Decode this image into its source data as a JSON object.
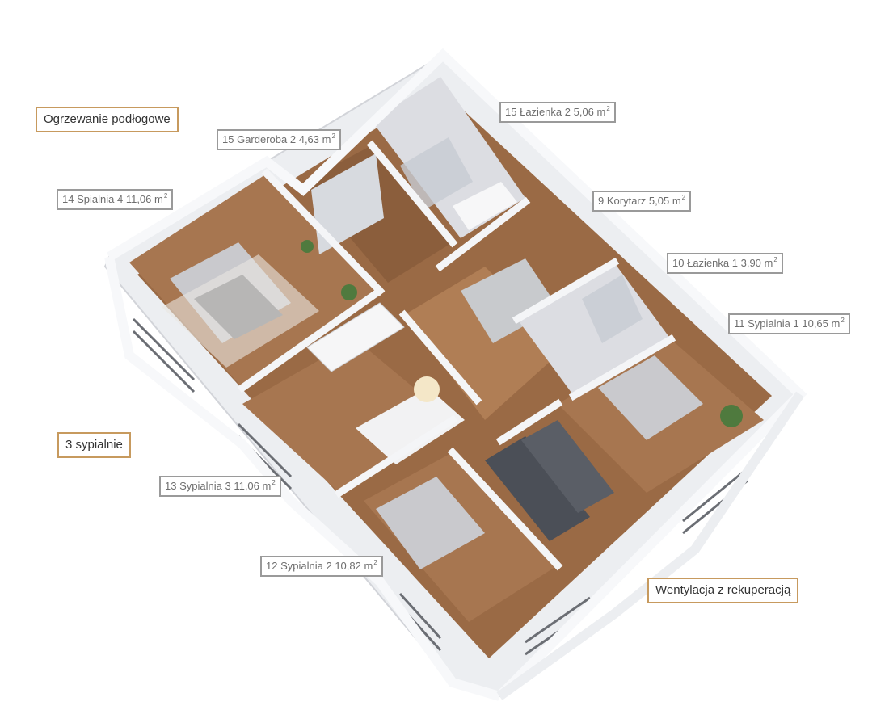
{
  "features": {
    "floor_heating": "Ogrzewanie podłogowe",
    "bedrooms": "3 sypialnie",
    "ventilation": "Wentylacja z rekuperacją"
  },
  "rooms": [
    {
      "number": "15",
      "name": "Łazienka 2",
      "area": "5,06",
      "unit": "m",
      "unit_exp": "2"
    },
    {
      "number": "15",
      "name": "Garderoba 2",
      "area": "4,63",
      "unit": "m",
      "unit_exp": "2"
    },
    {
      "number": "14",
      "name": "Spialnia 4",
      "area": "11,06",
      "unit": "m",
      "unit_exp": "2"
    },
    {
      "number": "9",
      "name": "Korytarz",
      "area": "5,05",
      "unit": "m",
      "unit_exp": "2"
    },
    {
      "number": "10",
      "name": "Łazienka 1",
      "area": "3,90",
      "unit": "m",
      "unit_exp": "2"
    },
    {
      "number": "11",
      "name": "Sypialnia 1",
      "area": "10,65",
      "unit": "m",
      "unit_exp": "2"
    },
    {
      "number": "13",
      "name": "Sypialnia 3",
      "area": "11,06",
      "unit": "m",
      "unit_exp": "2"
    },
    {
      "number": "12",
      "name": "Sypialnia 2",
      "area": "10,82",
      "unit": "m",
      "unit_exp": "2"
    }
  ],
  "colors": {
    "wall": "#f1f1f3",
    "wall_shade": "#d9dbe0",
    "floor_wood": "#9a6a45",
    "floor_wood_light": "#b07e55",
    "tile": "#dcdde2",
    "bed": "#c9c9cd",
    "accent_gold": "#c79a5e",
    "label_border": "#9a9a9a"
  }
}
